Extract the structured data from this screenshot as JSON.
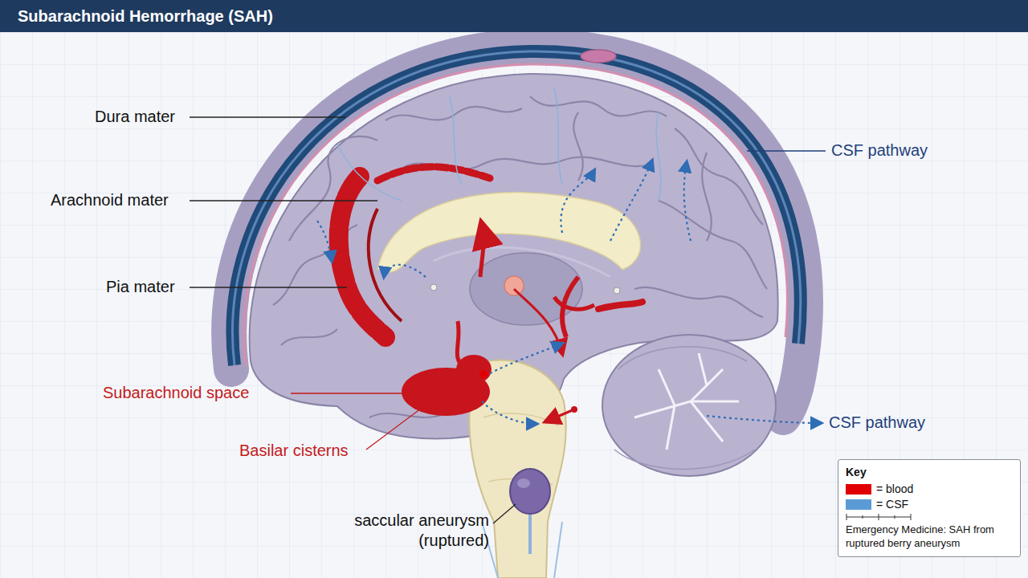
{
  "diagram": {
    "title": "Subarachnoid Hemorrhage (SAH)",
    "nodes": [
      {
        "text": [
          "Key",
          "Emergency Medicine: SAH from ruptured berry aneurysm"
        ]
      }
    ],
    "labels": [
      "Dura mater",
      "Arachnoid mater",
      "Pia mater",
      "Subarachnoid space",
      "Basilar cisterns",
      "saccular aneurysm (ruptured)",
      "CSF pathway",
      "CSF pathway"
    ],
    "legend": [
      {
        "text": "= blood",
        "color": "#e00000"
      },
      {
        "text": "= CSF",
        "color": "#5b9bd5"
      }
    ]
  }
}
